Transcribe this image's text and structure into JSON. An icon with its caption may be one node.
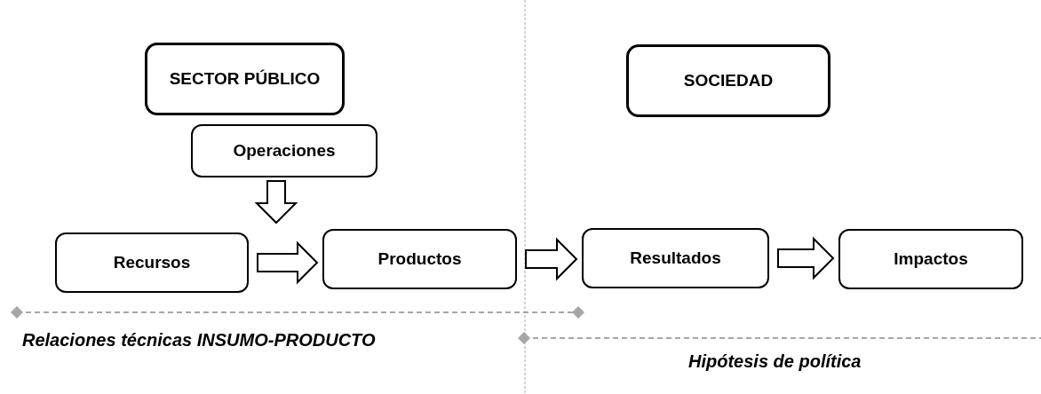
{
  "diagram": {
    "nodes": [
      {
        "text": [
          "SECTOR PÚBLICO"
        ]
      },
      {
        "text": [
          "SOCIEDAD"
        ]
      },
      {
        "text": [
          "Operaciones"
        ]
      },
      {
        "text": [
          "Recursos"
        ]
      },
      {
        "text": [
          "Productos"
        ]
      },
      {
        "text": [
          "Resultados"
        ]
      },
      {
        "text": [
          "Impactos"
        ]
      }
    ],
    "edges": [
      {
        "from": 2,
        "to": 4,
        "arrow": "to"
      },
      {
        "from": 3,
        "to": 4,
        "arrow": "to"
      },
      {
        "from": 4,
        "to": 5,
        "arrow": "to"
      },
      {
        "from": 5,
        "to": 6,
        "arrow": "to"
      }
    ],
    "labels": [
      "Relaciones técnicas INSUMO-PRODUCTO",
      "Hipótesis de política"
    ]
  }
}
